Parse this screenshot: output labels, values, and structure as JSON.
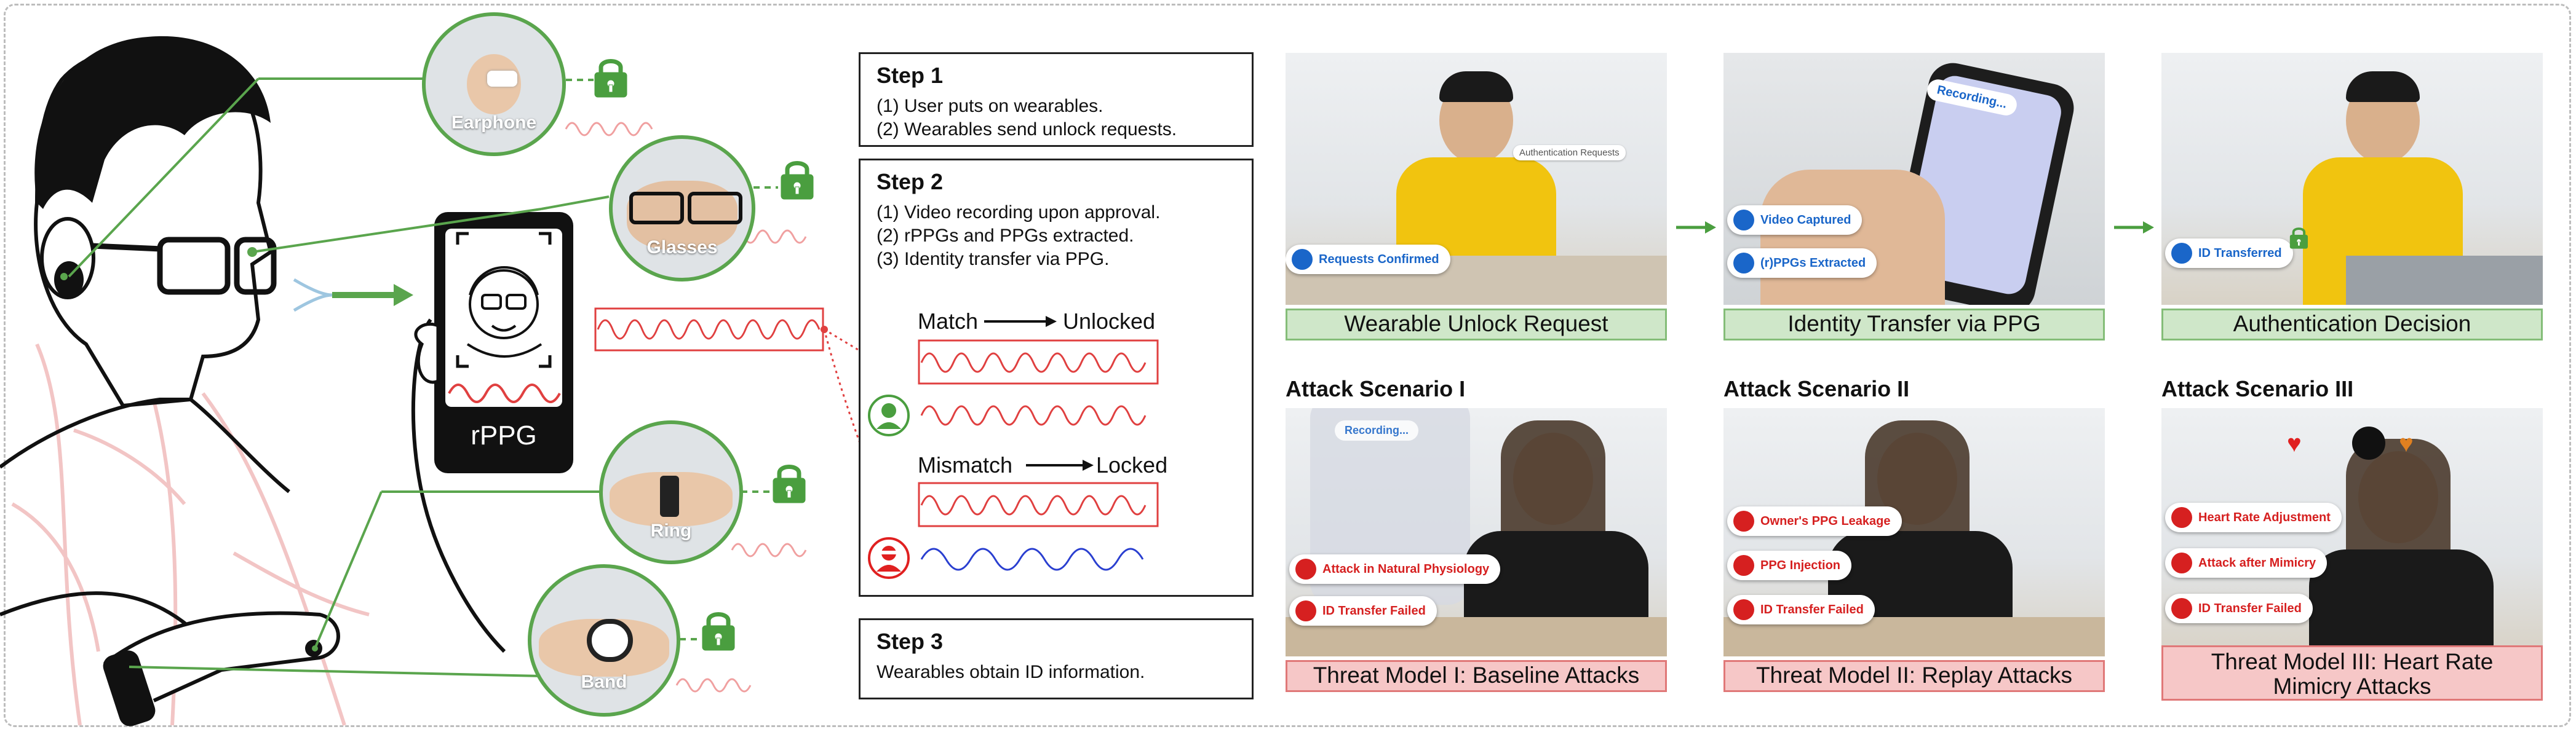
{
  "left": {
    "devices": [
      "Earphone",
      "Glasses",
      "Ring",
      "Band"
    ],
    "phone_label": "rPPG"
  },
  "steps": {
    "step1": {
      "title": "Step 1",
      "lines": [
        "(1) User puts on wearables.",
        "(2) Wearables send unlock requests."
      ]
    },
    "step2": {
      "title": "Step 2",
      "lines": [
        "(1) Video recording upon approval.",
        "(2) rPPGs and PPGs extracted.",
        "(3) Identity transfer via PPG."
      ]
    },
    "step3": {
      "title": "Step 3",
      "lines": [
        "Wearables obtain ID information."
      ]
    },
    "match": {
      "left": "Match",
      "right": "Unlocked"
    },
    "mismatch": {
      "left": "Mismatch",
      "right": "Locked"
    }
  },
  "top_panels": [
    {
      "caption": "Wearable Unlock Request",
      "pill": "Requests Confirmed",
      "small": "Authentication Requests"
    },
    {
      "caption": "Identity Transfer via PPG",
      "pills": [
        "Video Captured",
        "(r)PPGs Extracted"
      ],
      "phone_text": "Recording..."
    },
    {
      "caption": "Authentication Decision",
      "pill": "ID Transferred"
    }
  ],
  "attack_panels": [
    {
      "title": "Attack Scenario I",
      "caption": "Threat Model I: Baseline Attacks",
      "pills": [
        "Attack in Natural Physiology",
        "ID Transfer Failed"
      ],
      "phone_text": "Recording..."
    },
    {
      "title": "Attack Scenario II",
      "caption": "Threat Model II: Replay Attacks",
      "pills": [
        "Owner's PPG Leakage",
        "PPG Injection",
        "ID Transfer Failed"
      ]
    },
    {
      "title": "Attack Scenario III",
      "caption_lines": [
        "Threat Model III: Heart Rate",
        "Mimicry Attacks"
      ],
      "pills": [
        "Heart Rate Adjustment",
        "Attack after Mimicry",
        "ID Transfer Failed"
      ]
    }
  ],
  "colors": {
    "green": "#4a9e3f",
    "red": "#e02020",
    "blue": "#1a66c9",
    "wave_red": "#e04040",
    "wave_blue": "#2a3fd0"
  }
}
